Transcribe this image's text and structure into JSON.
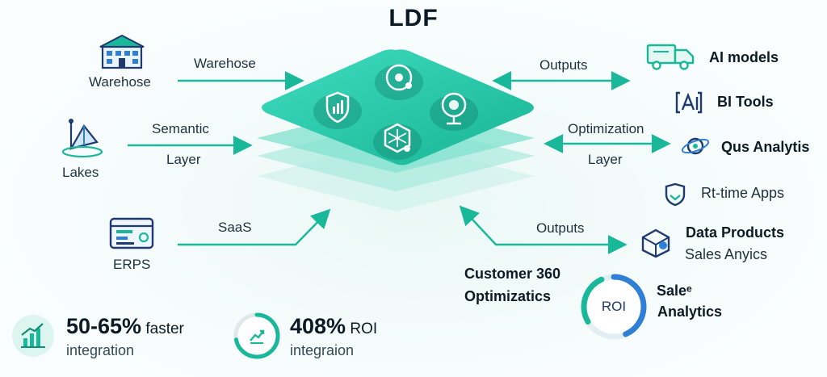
{
  "title": "LDF",
  "sources": [
    {
      "label": "Warehose",
      "icon": "building-icon"
    },
    {
      "label": "Lakes",
      "icon": "lake-icon"
    },
    {
      "label": "ERPS",
      "icon": "erp-icon"
    }
  ],
  "in_arrows": [
    {
      "label": "Warehose"
    },
    {
      "label_line1": "Semantic",
      "label_line2": "Layer"
    },
    {
      "label": "SaaS"
    }
  ],
  "out_arrows": [
    {
      "label": "Outputs"
    },
    {
      "label_line1": "Optimization",
      "label_line2": "Layer"
    },
    {
      "label": "Outputs"
    }
  ],
  "outputs": [
    {
      "label": "AI models",
      "icon": "truck-icon"
    },
    {
      "label": "BI Tools",
      "icon": "ai-box-icon"
    },
    {
      "label": "Qus Analytis",
      "icon": "orbit-icon"
    },
    {
      "label": "Rt-time Apps",
      "icon": "shield-icon"
    },
    {
      "label": "Data Products",
      "sub": "Sales Anyics",
      "icon": "cube-icon"
    }
  ],
  "customer": {
    "line1": "Customer 360",
    "line2": "Optimizatics"
  },
  "roi_ring": {
    "label": "ROI",
    "fill": 0.7,
    "side_line1": "Saleᵉ",
    "side_line2": "Analytics"
  },
  "stats": [
    {
      "big": "50-65%",
      "small": " faster",
      "sub": "integration",
      "icon": "bar-chart-icon"
    },
    {
      "big": "408%",
      "small": " ROI",
      "sub": "integraion",
      "icon": "growth-ring-icon",
      "fill": 0.72
    }
  ],
  "colors": {
    "accent": "#19b89a",
    "accent_dark": "#0f8f7a",
    "blue": "#2f7fd6",
    "navy": "#1f3a6e"
  }
}
